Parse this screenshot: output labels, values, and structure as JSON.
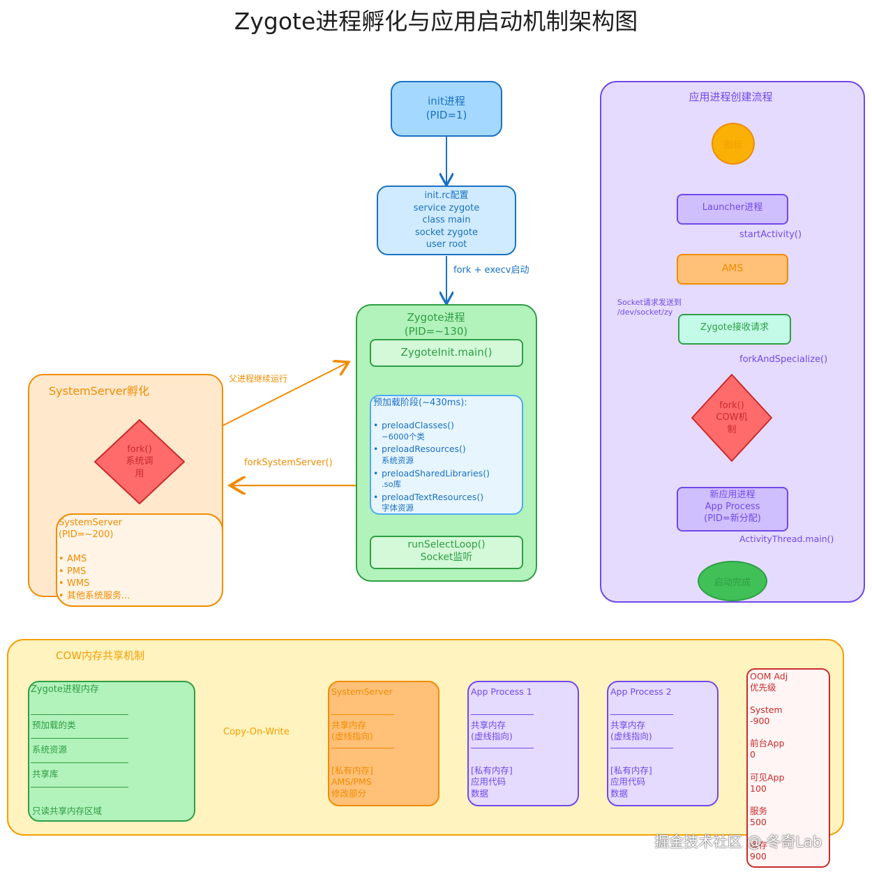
{
  "title": "Zygote进程孵化与应用启动机制架构图",
  "init_box": {
    "label": "init进程\n(PID=1)"
  },
  "initrc_box": {
    "label": "init.rc配置\nservice zygote\nclass main\nsocket zygote\nuser root"
  },
  "edge_fork_execv": "fork + execv启动",
  "zygote": {
    "title": "Zygote进程\n(PID=~130)",
    "init_main": "ZygoteInit.main()",
    "preload_title": "预加载阶段(~430ms):",
    "preload_items": [
      {
        "name": "preloadClasses()",
        "desc": "~6000个类"
      },
      {
        "name": "preloadResources()",
        "desc": "系统资源"
      },
      {
        "name": "preloadSharedLibraries()",
        "desc": ".so库"
      },
      {
        "name": "preloadTextResources()",
        "desc": "字体资源"
      }
    ],
    "loop": "runSelectLoop()\nSocket监听"
  },
  "systemserver_group": {
    "title": "SystemServer孵化",
    "fork": "fork()\n系统调\n用",
    "box_title": "SystemServer\n(PID=~200)",
    "services": [
      "AMS",
      "PMS",
      "WMS",
      "其他系统服务..."
    ]
  },
  "edge_parent_continue": "父进程继续运行",
  "edge_fork_systemserver": "forkSystemServer()",
  "app_flow": {
    "title": "应用进程创建流程",
    "icon_node": "图标",
    "launcher": "Launcher进程",
    "edge_start_activity": "startActivity()",
    "ams": "AMS",
    "edge_socket": "Socket请求发送到\n/dev/socket/zy",
    "zygote_recv": "Zygote接收请求",
    "edge_fork_specialize": "forkAndSpecialize()",
    "fork_cow": "fork()\nCOW机\n制",
    "new_process": "新应用进程\nApp Process\n(PID=新分配)",
    "edge_activity_thread": "ActivityThread.main()",
    "done": "启动完成"
  },
  "cow": {
    "title": "COW内存共享机制",
    "zygote_mem": {
      "title": "Zygote进程内存",
      "rows": [
        "预加载的类",
        "系统资源",
        "共享库"
      ],
      "footer": "只读共享内存区域"
    },
    "edge_cow": "Copy-On-Write",
    "system_server": {
      "title": "SystemServer",
      "shared": "共享内存\n(虚线指向)",
      "private": "[私有内存]\nAMS/PMS\n修改部分"
    },
    "app1": {
      "title": "App Process 1",
      "shared": "共享内存\n(虚线指向)",
      "private": "[私有内存]\n应用代码\n数据"
    },
    "app2": {
      "title": "App Process 2",
      "shared": "共享内存\n(虚线指向)",
      "private": "[私有内存]\n应用代码\n数据"
    },
    "oom": {
      "title": "OOM Adj\n优先级",
      "items": [
        "System\n-900",
        "前台App\n0",
        "可见App\n100",
        "服务\n500",
        "缓存\n900"
      ]
    }
  },
  "watermark": "掘金技术社区 @ 冬奇Lab",
  "colors": {
    "blue_fill": "#a5d8ff",
    "blue_stroke": "#1971c2",
    "green_fill": "#b2f2bb",
    "green_stroke": "#2f9e44",
    "orange_fill": "#ffd8a8",
    "orange_stroke": "#f08c00",
    "red_fill": "#ff6b6b",
    "red_stroke": "#c92a2a",
    "purple_fill": "#e5dbff",
    "purple_stroke": "#7048e8",
    "yellow_fill": "#fff3bf",
    "yellow_stroke": "#f59f00"
  }
}
